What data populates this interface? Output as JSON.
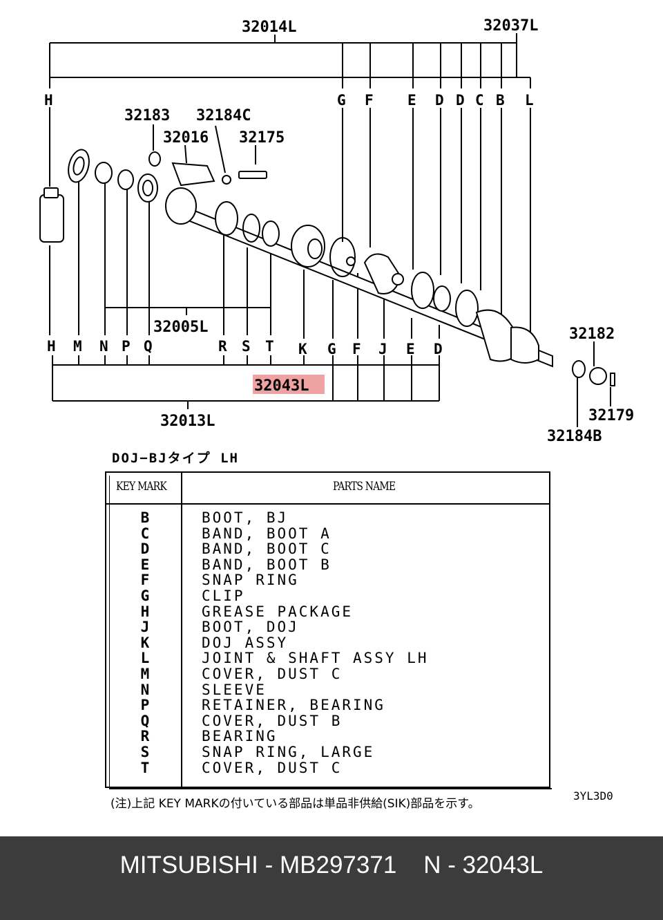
{
  "diagram": {
    "callouts": {
      "c32014L": "32014L",
      "c32037L": "32037L",
      "c32183": "32183",
      "c32184C": "32184C",
      "c32016": "32016",
      "c32175": "32175",
      "c32005L": "32005L",
      "c32182": "32182",
      "c32179": "32179",
      "c32184B": "32184B",
      "c32013L": "32013L",
      "c32043L": "32043L"
    },
    "top_keys": [
      "H",
      "G",
      "F",
      "E",
      "D",
      "D",
      "C",
      "B",
      "L"
    ],
    "bottom_keys": [
      "H",
      "M",
      "N",
      "P",
      "Q",
      "R",
      "S",
      "T",
      "K",
      "G",
      "F",
      "J",
      "E",
      "D"
    ],
    "highlight_color": "#e05555"
  },
  "table": {
    "title": "DOJ−BJタイプ LH",
    "header_key": "KEY MARK",
    "header_name": "PARTS NAME",
    "rows": [
      {
        "key": "B",
        "name": "BOOT, BJ"
      },
      {
        "key": "C",
        "name": "BAND, BOOT A"
      },
      {
        "key": "D",
        "name": "BAND, BOOT C"
      },
      {
        "key": "E",
        "name": "BAND, BOOT B"
      },
      {
        "key": "F",
        "name": "SNAP RING"
      },
      {
        "key": "G",
        "name": "CLIP"
      },
      {
        "key": "H",
        "name": "GREASE PACKAGE"
      },
      {
        "key": "J",
        "name": "BOOT, DOJ"
      },
      {
        "key": "K",
        "name": "DOJ ASSY"
      },
      {
        "key": "L",
        "name": "JOINT & SHAFT ASSY LH"
      },
      {
        "key": "M",
        "name": "COVER, DUST C"
      },
      {
        "key": "N",
        "name": "SLEEVE"
      },
      {
        "key": "P",
        "name": "RETAINER, BEARING"
      },
      {
        "key": "Q",
        "name": "COVER, DUST B"
      },
      {
        "key": "R",
        "name": "BEARING"
      },
      {
        "key": "S",
        "name": "SNAP RING, LARGE"
      },
      {
        "key": "T",
        "name": "COVER, DUST C"
      }
    ],
    "note": "(注)上記 KEY MARKの付いている部品は単品非供給(SIK)部品を示す。",
    "code": "3YL3D0"
  },
  "footer": {
    "text": "MITSUBISHI - MB297371    N - 32043L"
  }
}
